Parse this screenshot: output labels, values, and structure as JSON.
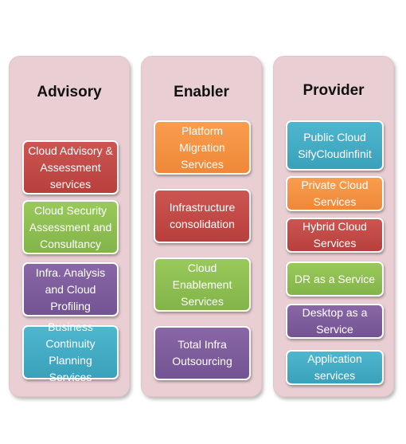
{
  "columns": {
    "advisory": {
      "title": "Advisory",
      "items": [
        {
          "label": "Cloud Advisory & Assessment services",
          "color": "#c0463f"
        },
        {
          "label": "Cloud Security Assessment and Consultancy",
          "color": "#8cbd4f"
        },
        {
          "label": "Infra. Analysis and Cloud Profiling",
          "color": "#7d5c9b"
        },
        {
          "label": "Business Continuity Planning Services",
          "color": "#43aac4"
        }
      ]
    },
    "enabler": {
      "title": "Enabler",
      "items": [
        {
          "label": "Platform Migration Services",
          "color": "#f59141"
        },
        {
          "label": "Infrastructure consolidation",
          "color": "#c0463f"
        },
        {
          "label": "Cloud Enablement Services",
          "color": "#8cbd4f"
        },
        {
          "label": "Total Infra Outsourcing",
          "color": "#7d5c9b"
        }
      ]
    },
    "provider": {
      "title": "Provider",
      "items": [
        {
          "label": "Public Cloud SifyCloudinfinit",
          "color": "#43aac4"
        },
        {
          "label": "Private Cloud Services",
          "color": "#f59141"
        },
        {
          "label": "Hybrid Cloud Services",
          "color": "#c0463f"
        },
        {
          "label": "DR as a Service",
          "color": "#8cbd4f"
        },
        {
          "label": "Desktop as a Service",
          "color": "#7d5c9b"
        },
        {
          "label": "Application services",
          "color": "#43aac4"
        }
      ]
    }
  },
  "background_color": "#e9cfd3"
}
